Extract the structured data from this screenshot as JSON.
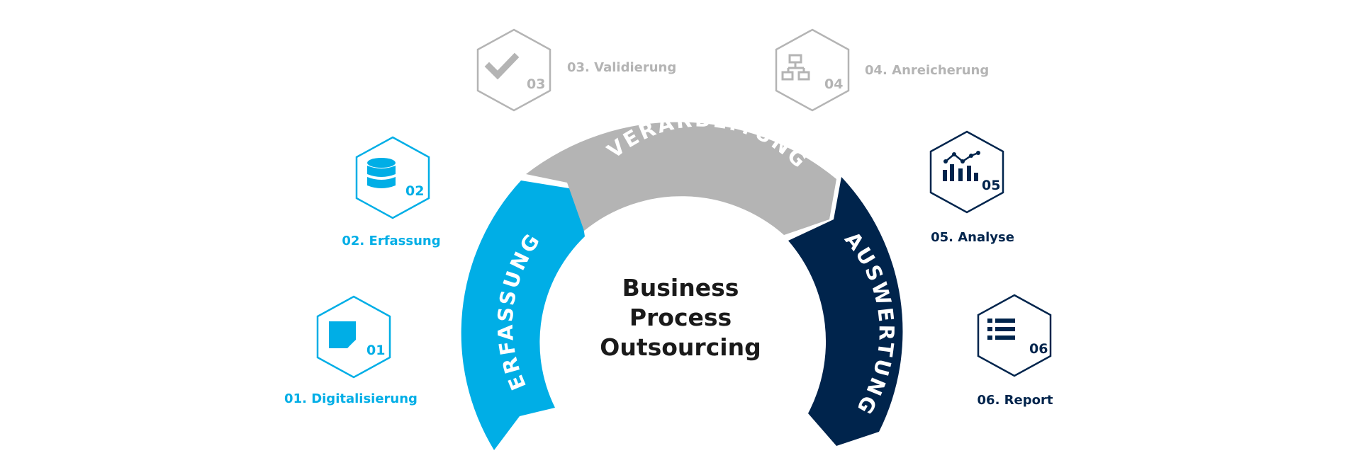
{
  "title": {
    "line1": "Business",
    "line2": "Process",
    "line3": "Outsourcing"
  },
  "segments": {
    "erfassung": {
      "label": "ERFASSUNG",
      "color": "#00aee6"
    },
    "verarbeitung": {
      "label": "VERARBEITUNG",
      "color": "#b4b4b4"
    },
    "auswertung": {
      "label": "AUSWERTUNG",
      "color": "#00244c"
    }
  },
  "steps": [
    {
      "num": "01",
      "label": "01. Digitalisierung",
      "icon": "note-icon",
      "color": "#00aee6"
    },
    {
      "num": "02",
      "label": "02. Erfassung",
      "icon": "database-icon",
      "color": "#00aee6"
    },
    {
      "num": "03",
      "label": "03. Validierung",
      "icon": "checkmark-icon",
      "color": "#b4b4b4"
    },
    {
      "num": "04",
      "label": "04. Anreicherung",
      "icon": "network-icon",
      "color": "#b4b4b4"
    },
    {
      "num": "05",
      "label": "05. Analyse",
      "icon": "chart-icon",
      "color": "#00244c"
    },
    {
      "num": "06",
      "label": "06. Report",
      "icon": "list-icon",
      "color": "#00244c"
    }
  ]
}
